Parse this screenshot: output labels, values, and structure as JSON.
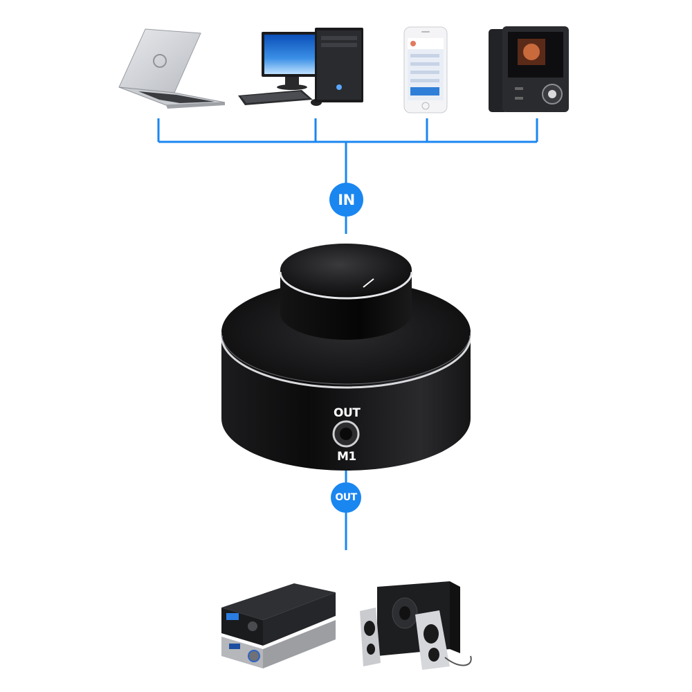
{
  "connector_in_label": "IN",
  "connector_out_label": "OUT",
  "device": {
    "out_label": "OUT",
    "model_label": "M1"
  },
  "line_color": "#1a86f0",
  "input_sources": [
    "laptop",
    "desktop-computer",
    "smartphone",
    "music-player"
  ],
  "output_targets": [
    "amplifier",
    "speaker-system"
  ]
}
